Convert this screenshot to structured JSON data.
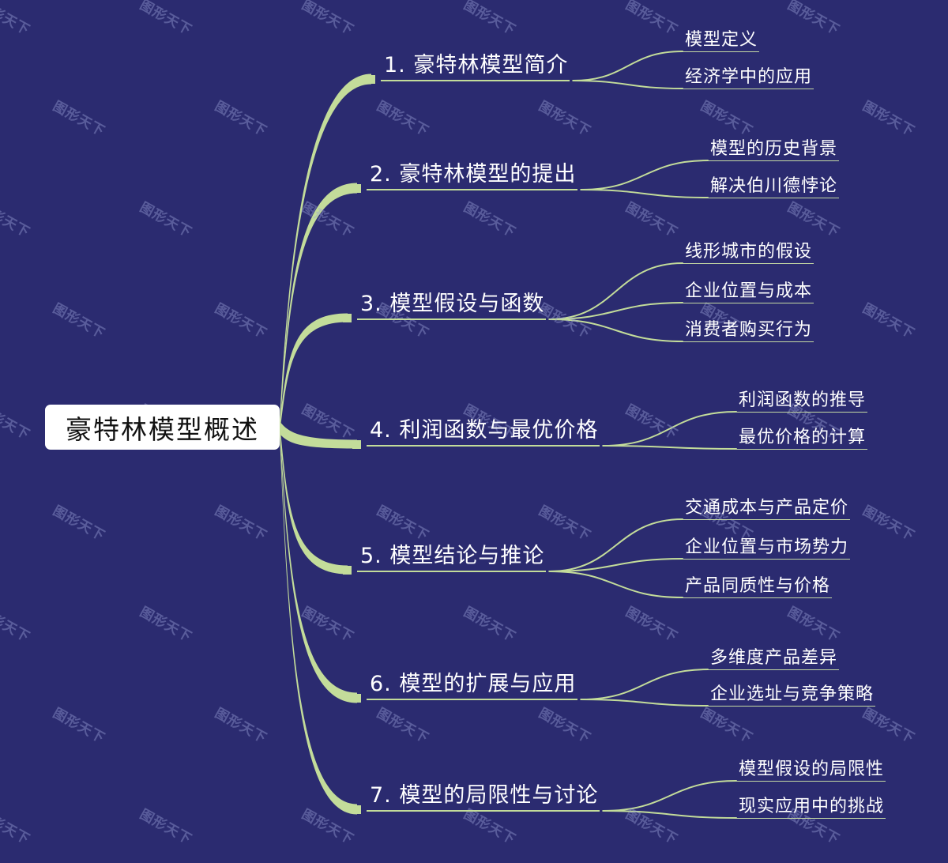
{
  "theme": {
    "background_color": "#2b2b70",
    "branch_color": "#c3dc9a",
    "text_color": "#ffffff",
    "root_background": "#ffffff",
    "root_text_color": "#111111"
  },
  "watermark": {
    "text": "图形天下"
  },
  "mindmap": {
    "root": {
      "label": "豪特林模型概述"
    },
    "branches": [
      {
        "label": "1. 豪特林模型简介",
        "children": [
          {
            "label": "模型定义"
          },
          {
            "label": "经济学中的应用"
          }
        ]
      },
      {
        "label": "2. 豪特林模型的提出",
        "children": [
          {
            "label": "模型的历史背景"
          },
          {
            "label": "解决伯川德悖论"
          }
        ]
      },
      {
        "label": "3. 模型假设与函数",
        "children": [
          {
            "label": "线形城市的假设"
          },
          {
            "label": "企业位置与成本"
          },
          {
            "label": "消费者购买行为"
          }
        ]
      },
      {
        "label": "4. 利润函数与最优价格",
        "children": [
          {
            "label": "利润函数的推导"
          },
          {
            "label": "最优价格的计算"
          }
        ]
      },
      {
        "label": "5. 模型结论与推论",
        "children": [
          {
            "label": "交通成本与产品定价"
          },
          {
            "label": "企业位置与市场势力"
          },
          {
            "label": "产品同质性与价格"
          }
        ]
      },
      {
        "label": "6. 模型的扩展与应用",
        "children": [
          {
            "label": "多维度产品差异"
          },
          {
            "label": "企业选址与竞争策略"
          }
        ]
      },
      {
        "label": "7. 模型的局限性与讨论",
        "children": [
          {
            "label": "模型假设的局限性"
          },
          {
            "label": "现实应用中的挑战"
          }
        ]
      }
    ]
  }
}
